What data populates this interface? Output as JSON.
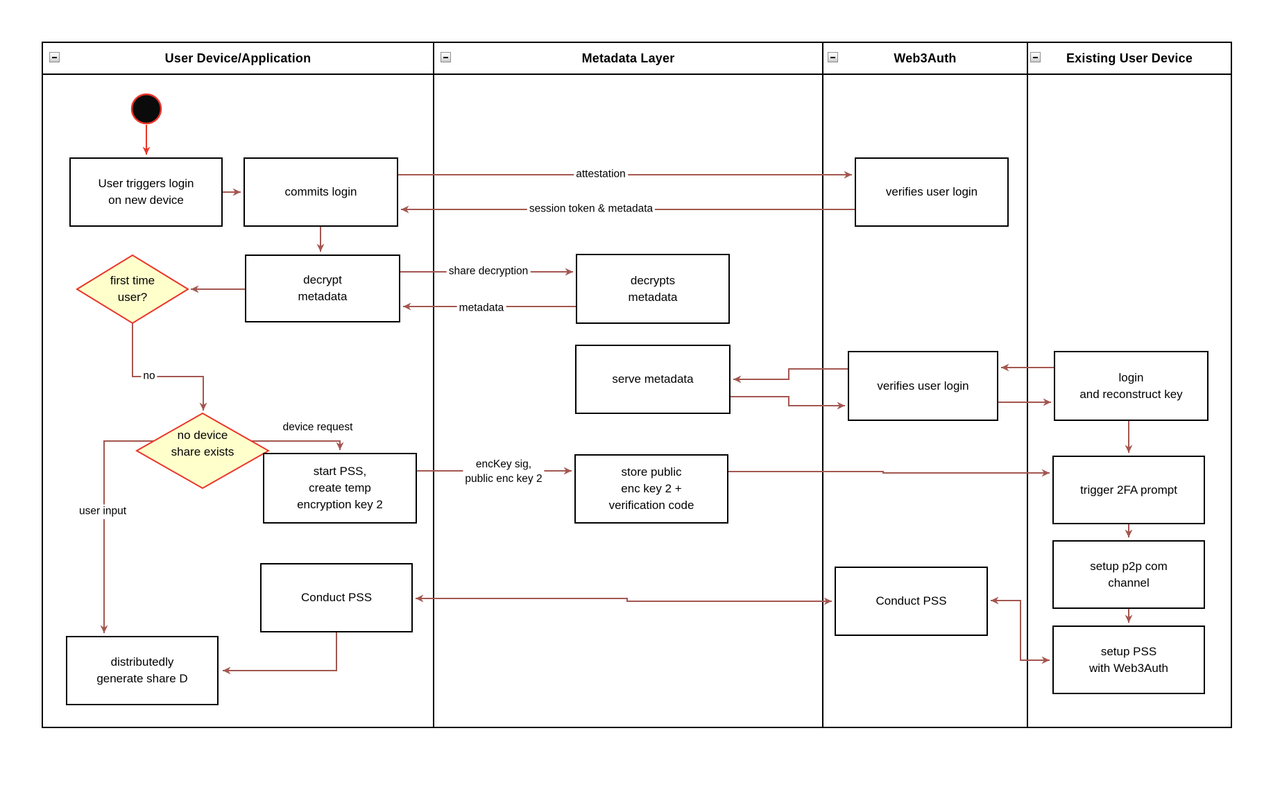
{
  "lanes": [
    {
      "title": "User Device/Application",
      "collapse_icon": "minus-icon"
    },
    {
      "title": "Metadata Layer",
      "collapse_icon": "minus-icon"
    },
    {
      "title": "Web3Auth",
      "collapse_icon": "minus-icon"
    },
    {
      "title": "Existing User Device",
      "collapse_icon": "minus-icon"
    }
  ],
  "nodes": {
    "user_triggers": "User triggers login\non new device",
    "commits_login": "commits login",
    "verifies_login_top": "verifies user login",
    "decrypt_metadata": "decrypt\nmetadata",
    "first_time_user": "first time\nuser?",
    "decrypts_metadata": "decrypts\nmetadata",
    "serve_metadata": "serve metadata",
    "verifies_login_mid": "verifies user login",
    "login_reconstruct": "login\nand reconstruct key",
    "no_device_share": "no device\nshare exists",
    "start_pss": "start PSS,\ncreate temp\nencryption key 2",
    "store_public_key": "store public\nenc key 2 +\nverification code",
    "trigger_2fa": "trigger 2FA prompt",
    "setup_p2p": "setup p2p com\nchannel",
    "setup_pss": "setup PSS\nwith Web3Auth",
    "conduct_pss_user": "Conduct PSS",
    "conduct_pss_web3auth": "Conduct PSS",
    "distributed_share": "distributedly\ngenerate share D"
  },
  "edge_labels": {
    "attestation": "attestation",
    "session_token": "session token & metadata",
    "share_decryption": "share decryption",
    "metadata": "metadata",
    "no": "no",
    "device_request": "device request",
    "enc_key": "encKey sig,\npublic enc key 2",
    "user_input": "user input"
  },
  "colors": {
    "connector": "#a3564f",
    "accent": "#ea3428",
    "diamond_fill": "#ffffcc",
    "start_fill": "#0b0b0b",
    "lane_border": "#000000",
    "node_border": "#000000"
  }
}
